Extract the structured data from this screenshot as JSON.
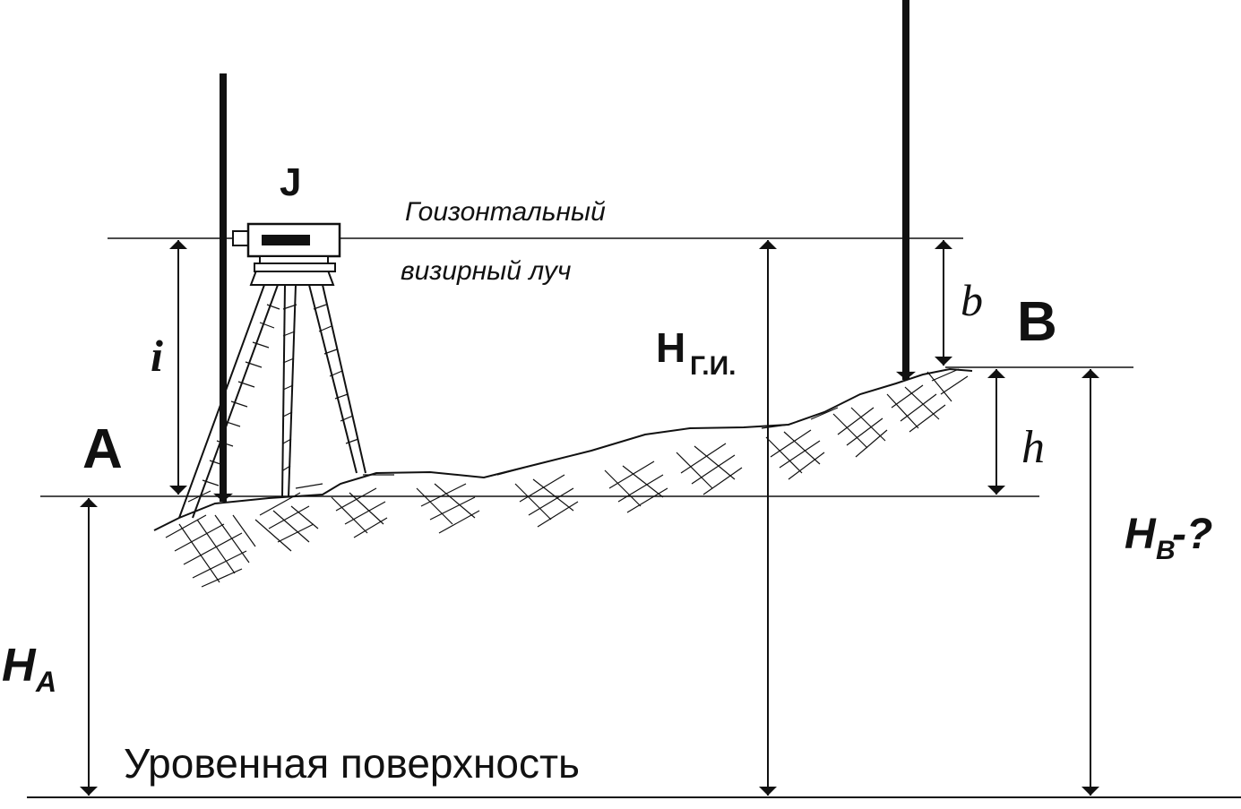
{
  "labels": {
    "instrument": "J",
    "ray_line1": "Гоизонтальный",
    "ray_line2": "визирный луч",
    "i": "i",
    "b": "b",
    "h": "h",
    "point_a": "A",
    "point_b": "B",
    "h_gi_main": "H",
    "h_gi_sub": "Г.И.",
    "ha_main": "H",
    "ha_sub": "A",
    "hb_main": "H",
    "hb_sub": "B",
    "hb_suffix": " -?",
    "surface": "Уровенная поверхность"
  }
}
